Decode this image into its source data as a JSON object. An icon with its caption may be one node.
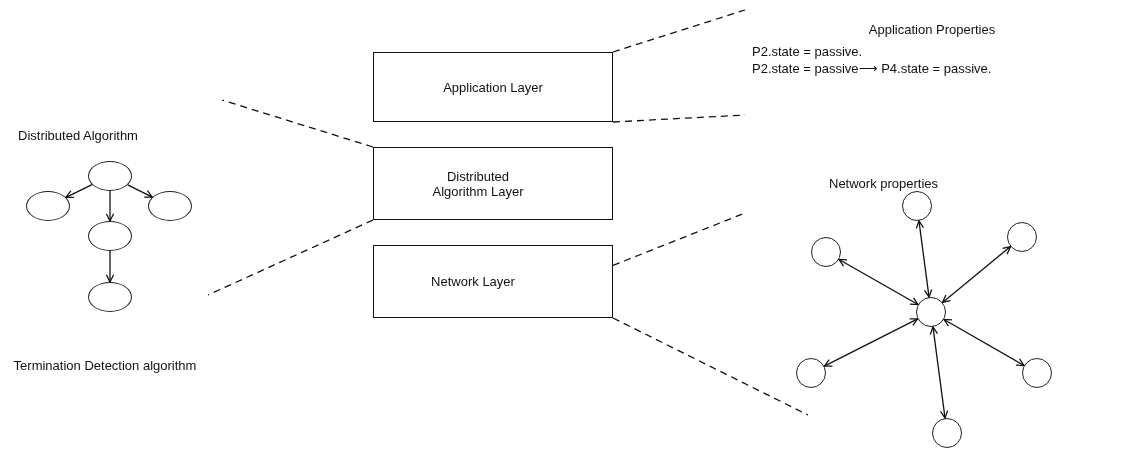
{
  "diagram": {
    "nodes": [
      {
        "text": [
          "Application Layer"
        ]
      },
      {
        "text": [
          "Distributed Algorithm Layer"
        ]
      },
      {
        "text": [
          "Network Layer"
        ]
      },
      {
        "text": [],
        "shape": "ellipse"
      },
      {
        "text": [],
        "shape": "ellipse"
      },
      {
        "text": [],
        "shape": "ellipse"
      },
      {
        "text": [],
        "shape": "ellipse"
      },
      {
        "text": [],
        "shape": "ellipse"
      },
      {
        "text": [],
        "shape": "circle"
      },
      {
        "text": [],
        "shape": "circle"
      },
      {
        "text": [],
        "shape": "circle"
      },
      {
        "text": [],
        "shape": "circle"
      },
      {
        "text": [],
        "shape": "circle"
      },
      {
        "text": [],
        "shape": "circle"
      },
      {
        "text": [],
        "shape": "circle"
      }
    ],
    "edges": [
      {
        "from": 3,
        "to": 4,
        "arrow": "to"
      },
      {
        "from": 3,
        "to": 5,
        "arrow": "to"
      },
      {
        "from": 3,
        "to": 6,
        "arrow": "to"
      },
      {
        "from": 6,
        "to": 7,
        "arrow": "to"
      },
      {
        "from": 8,
        "to": 9,
        "arrow": "both"
      },
      {
        "from": 8,
        "to": 10,
        "arrow": "both"
      },
      {
        "from": 8,
        "to": 11,
        "arrow": "both"
      },
      {
        "from": 8,
        "to": 12,
        "arrow": "both"
      },
      {
        "from": 8,
        "to": 13,
        "arrow": "both"
      },
      {
        "from": 8,
        "to": 14,
        "arrow": "both"
      },
      {
        "from": 0,
        "to": null,
        "arrow": "none",
        "style": "dashed"
      },
      {
        "from": 0,
        "to": null,
        "arrow": "none",
        "style": "dashed"
      },
      {
        "from": 1,
        "to": null,
        "arrow": "none",
        "style": "dashed"
      },
      {
        "from": 1,
        "to": null,
        "arrow": "none",
        "style": "dashed"
      },
      {
        "from": 2,
        "to": null,
        "arrow": "none",
        "style": "dashed"
      },
      {
        "from": 2,
        "to": null,
        "arrow": "none",
        "style": "dashed"
      }
    ],
    "labels": [
      "Application Properties",
      "P2.state = passive.",
      "P2.state = passive⟶ P4.state = passive.",
      "Distributed Algorithm",
      "Network properties",
      "Termination Detection algorithm"
    ]
  }
}
